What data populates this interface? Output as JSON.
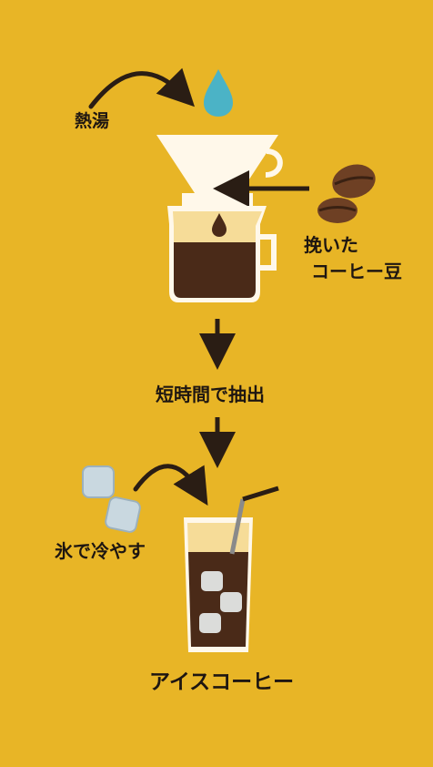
{
  "colors": {
    "background": "#e8b526",
    "text": "#1e1611",
    "coffee": "#4a2a18",
    "cream": "#f6dc98",
    "water_drop": "#4bb3c6",
    "bean": "#6e4024",
    "ice": "#c9d8e0"
  },
  "icons": [
    "water-drop-icon",
    "dripper-icon",
    "coffee-bean-icon",
    "server-pitcher-icon",
    "ice-cube-icon",
    "iced-coffee-glass-icon"
  ],
  "steps": {
    "hot_water": "熱湯",
    "ground_beans_line1": "挽いた",
    "ground_beans_line2": "コーヒー豆",
    "brew": "短時間で抽出",
    "ice": "氷で冷やす",
    "result": "アイスコーヒー"
  }
}
